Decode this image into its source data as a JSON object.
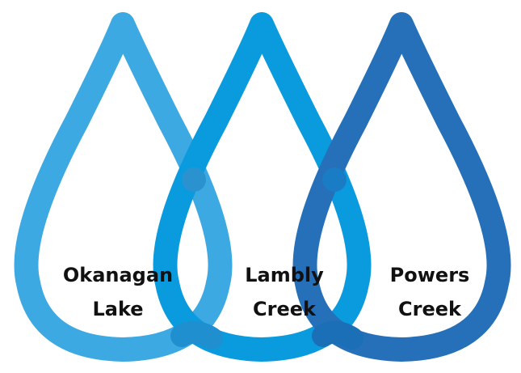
{
  "drops": [
    {
      "line1": "Okanagan",
      "line2": "Lake",
      "color": "#3DA9E2"
    },
    {
      "line1": "Lambly",
      "line2": "Creek",
      "color": "#0A9BDE"
    },
    {
      "line1": "Powers",
      "line2": "Creek",
      "color": "#2570B8"
    }
  ],
  "colors": {
    "background": "#FFFFFF",
    "text": "#111111"
  }
}
